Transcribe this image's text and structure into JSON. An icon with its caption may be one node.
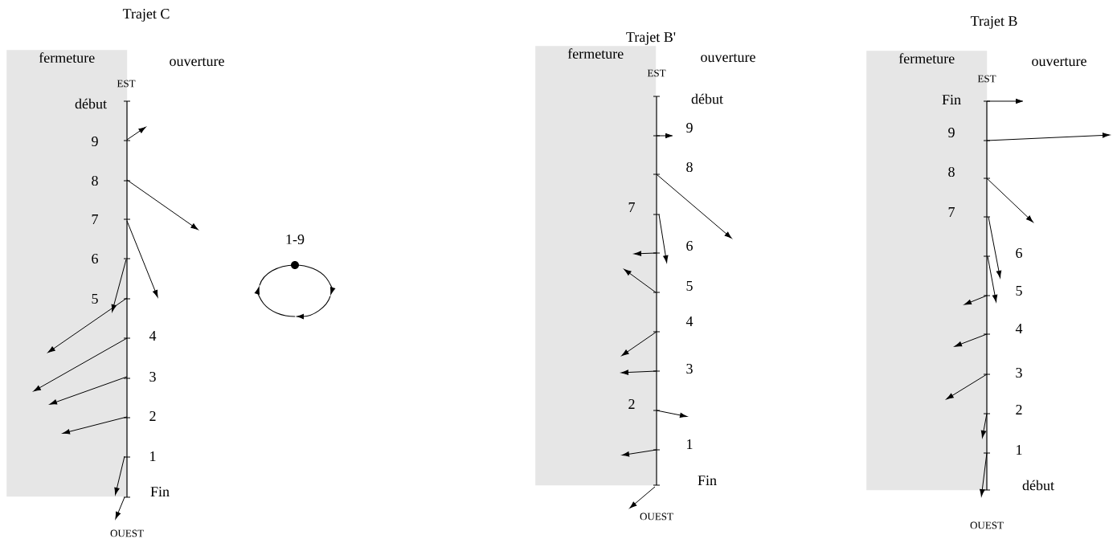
{
  "diagram": {
    "nodes": [
      {
        "text": [
          "fermeture"
        ]
      },
      {
        "text": [
          "fermeture"
        ]
      },
      {
        "text": [
          "fermeture"
        ]
      }
    ],
    "labels": [
      "Trajet C",
      "ouverture",
      "EST",
      "début",
      "9",
      "8",
      "7",
      "6",
      "5",
      "4",
      "3",
      "2",
      "1",
      "Fin",
      "OUEST",
      "1-9",
      "Trajet B'",
      "ouverture",
      "EST",
      "début",
      "9",
      "8",
      "7",
      "6",
      "5",
      "4",
      "3",
      "2",
      "1",
      "Fin",
      "OUEST",
      "Trajet B",
      "ouverture",
      "EST",
      "Fin",
      "9",
      "8",
      "7",
      "6",
      "5",
      "4",
      "3",
      "2",
      "1",
      "début",
      "OUEST"
    ]
  }
}
